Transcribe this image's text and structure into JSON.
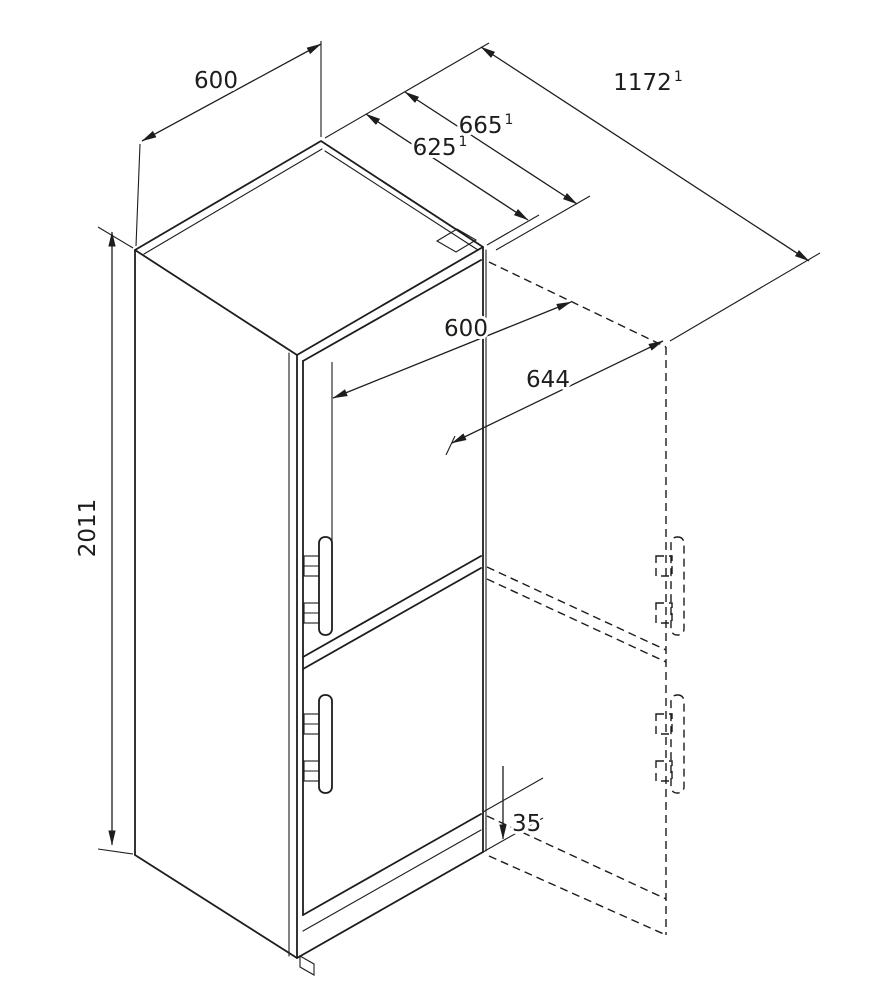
{
  "colors": {
    "line": "#1d1d1b",
    "background": "#ffffff"
  },
  "dimensions": {
    "cabinet_width": {
      "value": "600"
    },
    "clearance_depth_door_open": {
      "value": "1172",
      "footnote": "1"
    },
    "depth_with_door": {
      "value": "665",
      "footnote": "1"
    },
    "depth_without_door": {
      "value": "625",
      "footnote": "1"
    },
    "door_open_width": {
      "value": "600"
    },
    "door_swing_width": {
      "value": "644"
    },
    "cabinet_height": {
      "value": "2011"
    },
    "base_recess_height": {
      "value": "35"
    }
  }
}
